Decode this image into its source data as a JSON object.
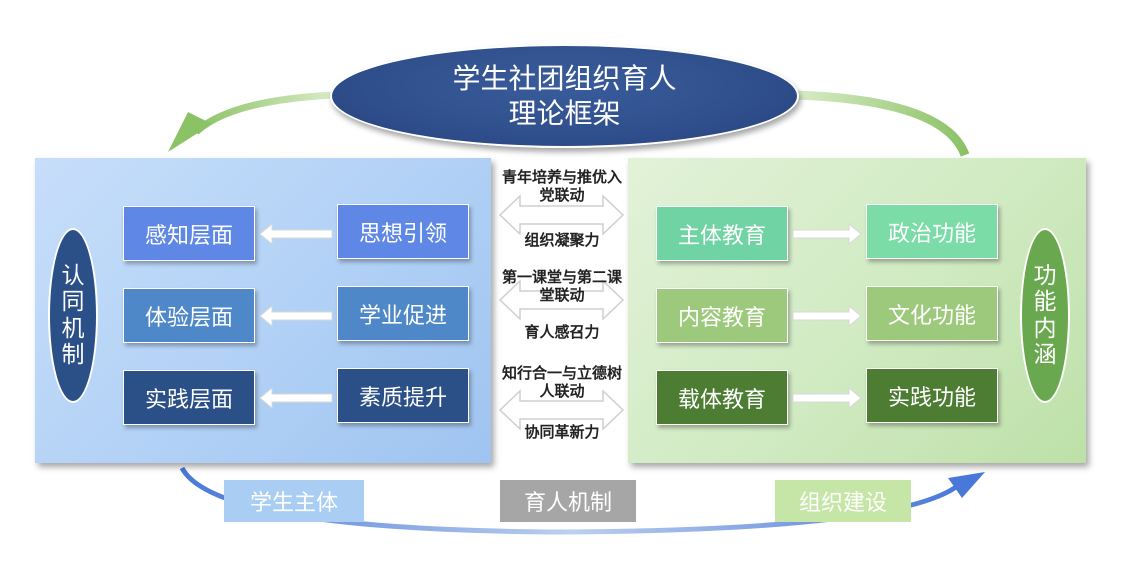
{
  "title": {
    "line1": "学生社团组织育人",
    "line2": "理论框架"
  },
  "left": {
    "oval_label": "认同机制",
    "levels": [
      "感知层面",
      "体验层面",
      "实践层面"
    ],
    "drivers": [
      "思想引领",
      "学业促进",
      "素质提升"
    ]
  },
  "right": {
    "oval_label": "功能内涵",
    "educations": [
      "主体教育",
      "内容教育",
      "载体教育"
    ],
    "functions": [
      "政治功能",
      "文化功能",
      "实践功能"
    ]
  },
  "middle": [
    {
      "top": "青年培养与推优入党联动",
      "bottom": "组织凝聚力"
    },
    {
      "top": "第一课堂与第二课堂联动",
      "bottom": "育人感召力"
    },
    {
      "top": "知行合一与立德树人联动",
      "bottom": "协同革新力"
    }
  ],
  "bottom": {
    "left": "学生主体",
    "center": "育人机制",
    "right": "组织建设"
  },
  "colors": {
    "title_ellipse": "#2f4e8c",
    "left_dark": "#2b4f87",
    "left_mid": "#4f88c8",
    "left_light": "#5f87e6",
    "right_dark": "#4d7d33",
    "right_mid": "#9dc97c",
    "right_light": "#6fd3a3",
    "right_func_light": "#7bdca8",
    "gray": "#a6a6a6"
  }
}
